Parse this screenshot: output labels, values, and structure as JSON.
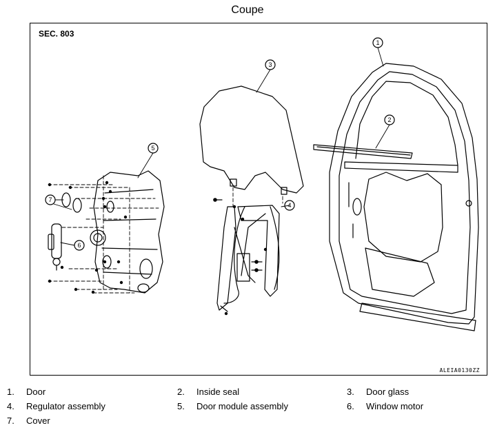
{
  "title": "Coupe",
  "section": "SEC. 803",
  "figure_code": "ALEIA0130ZZ",
  "callouts": [
    "1",
    "2",
    "3",
    "4",
    "5",
    "6",
    "7"
  ],
  "legend": [
    {
      "num": "1.",
      "label": "Door"
    },
    {
      "num": "2.",
      "label": "Inside seal"
    },
    {
      "num": "3.",
      "label": "Door glass"
    },
    {
      "num": "4.",
      "label": "Regulator assembly"
    },
    {
      "num": "5.",
      "label": "Door module assembly"
    },
    {
      "num": "6.",
      "label": "Window motor"
    },
    {
      "num": "7.",
      "label": "Cover"
    }
  ]
}
